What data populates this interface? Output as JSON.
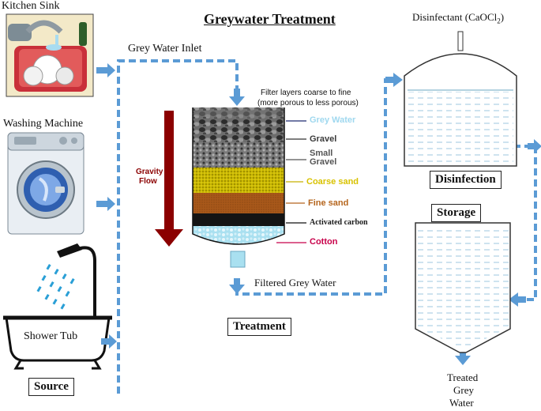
{
  "title": "Greywater Treatment",
  "sources": {
    "kitchen_sink": "Kitchen Sink",
    "washing_machine": "Washing Machine",
    "shower_tub": "Shower Tub",
    "label": "Source"
  },
  "inlet_label": "Grey Water Inlet",
  "gravity_flow": [
    "Gravity",
    "Flow"
  ],
  "filter_note": [
    "Filter layers coarse to fine",
    "(more porous to less porous)"
  ],
  "layers": [
    {
      "name": "Grey Water",
      "color": "#9fd8ef"
    },
    {
      "name": "Gravel",
      "color": "#3a3a3a"
    },
    {
      "name": "Small",
      "color": "#555555"
    },
    {
      "name": "Gravel",
      "color": "#555555"
    },
    {
      "name": "Coarse sand",
      "color": "#d8c200"
    },
    {
      "name": "Fine sand",
      "color": "#b5651d"
    },
    {
      "name": "Activated carbon",
      "color": "#1a1a1a"
    },
    {
      "name": "Cotton",
      "color": "#c8004a"
    }
  ],
  "filtered_label": "Filtered  Grey Water",
  "treatment_label": "Treatment",
  "disinfectant_label": "Disinfectant  (CaOCl",
  "disinfectant_sub": "2",
  "disinfectant_close": ")",
  "disinfection_label": "Disinfection",
  "storage_label": "Storage",
  "treated_label": [
    "Treated",
    "Grey",
    "Water"
  ],
  "colors": {
    "pipe": "#5b9bd5",
    "arrow_red": "#8b0000"
  }
}
